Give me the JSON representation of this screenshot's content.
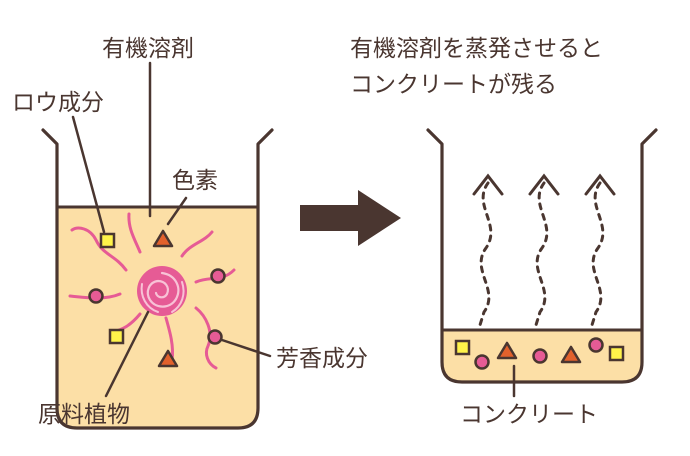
{
  "labels": {
    "organic_solvent": "有機溶剤",
    "wax": "ロウ成分",
    "pigment": "色素",
    "aroma": "芳香成分",
    "plant": "原料植物",
    "evaporate_line1": "有機溶剤を蒸発させると",
    "evaporate_line2": "コンクリートが残る",
    "concrete": "コンクリート"
  },
  "colors": {
    "outline": "#4a3630",
    "liquid": "#fcdfa6",
    "rose": "#e65b95",
    "pigment": "#e2612c",
    "wax": "#fff34a",
    "arrow": "#4a3630"
  },
  "icons": {
    "rose": "rose-icon",
    "arrow": "right-arrow-icon"
  }
}
